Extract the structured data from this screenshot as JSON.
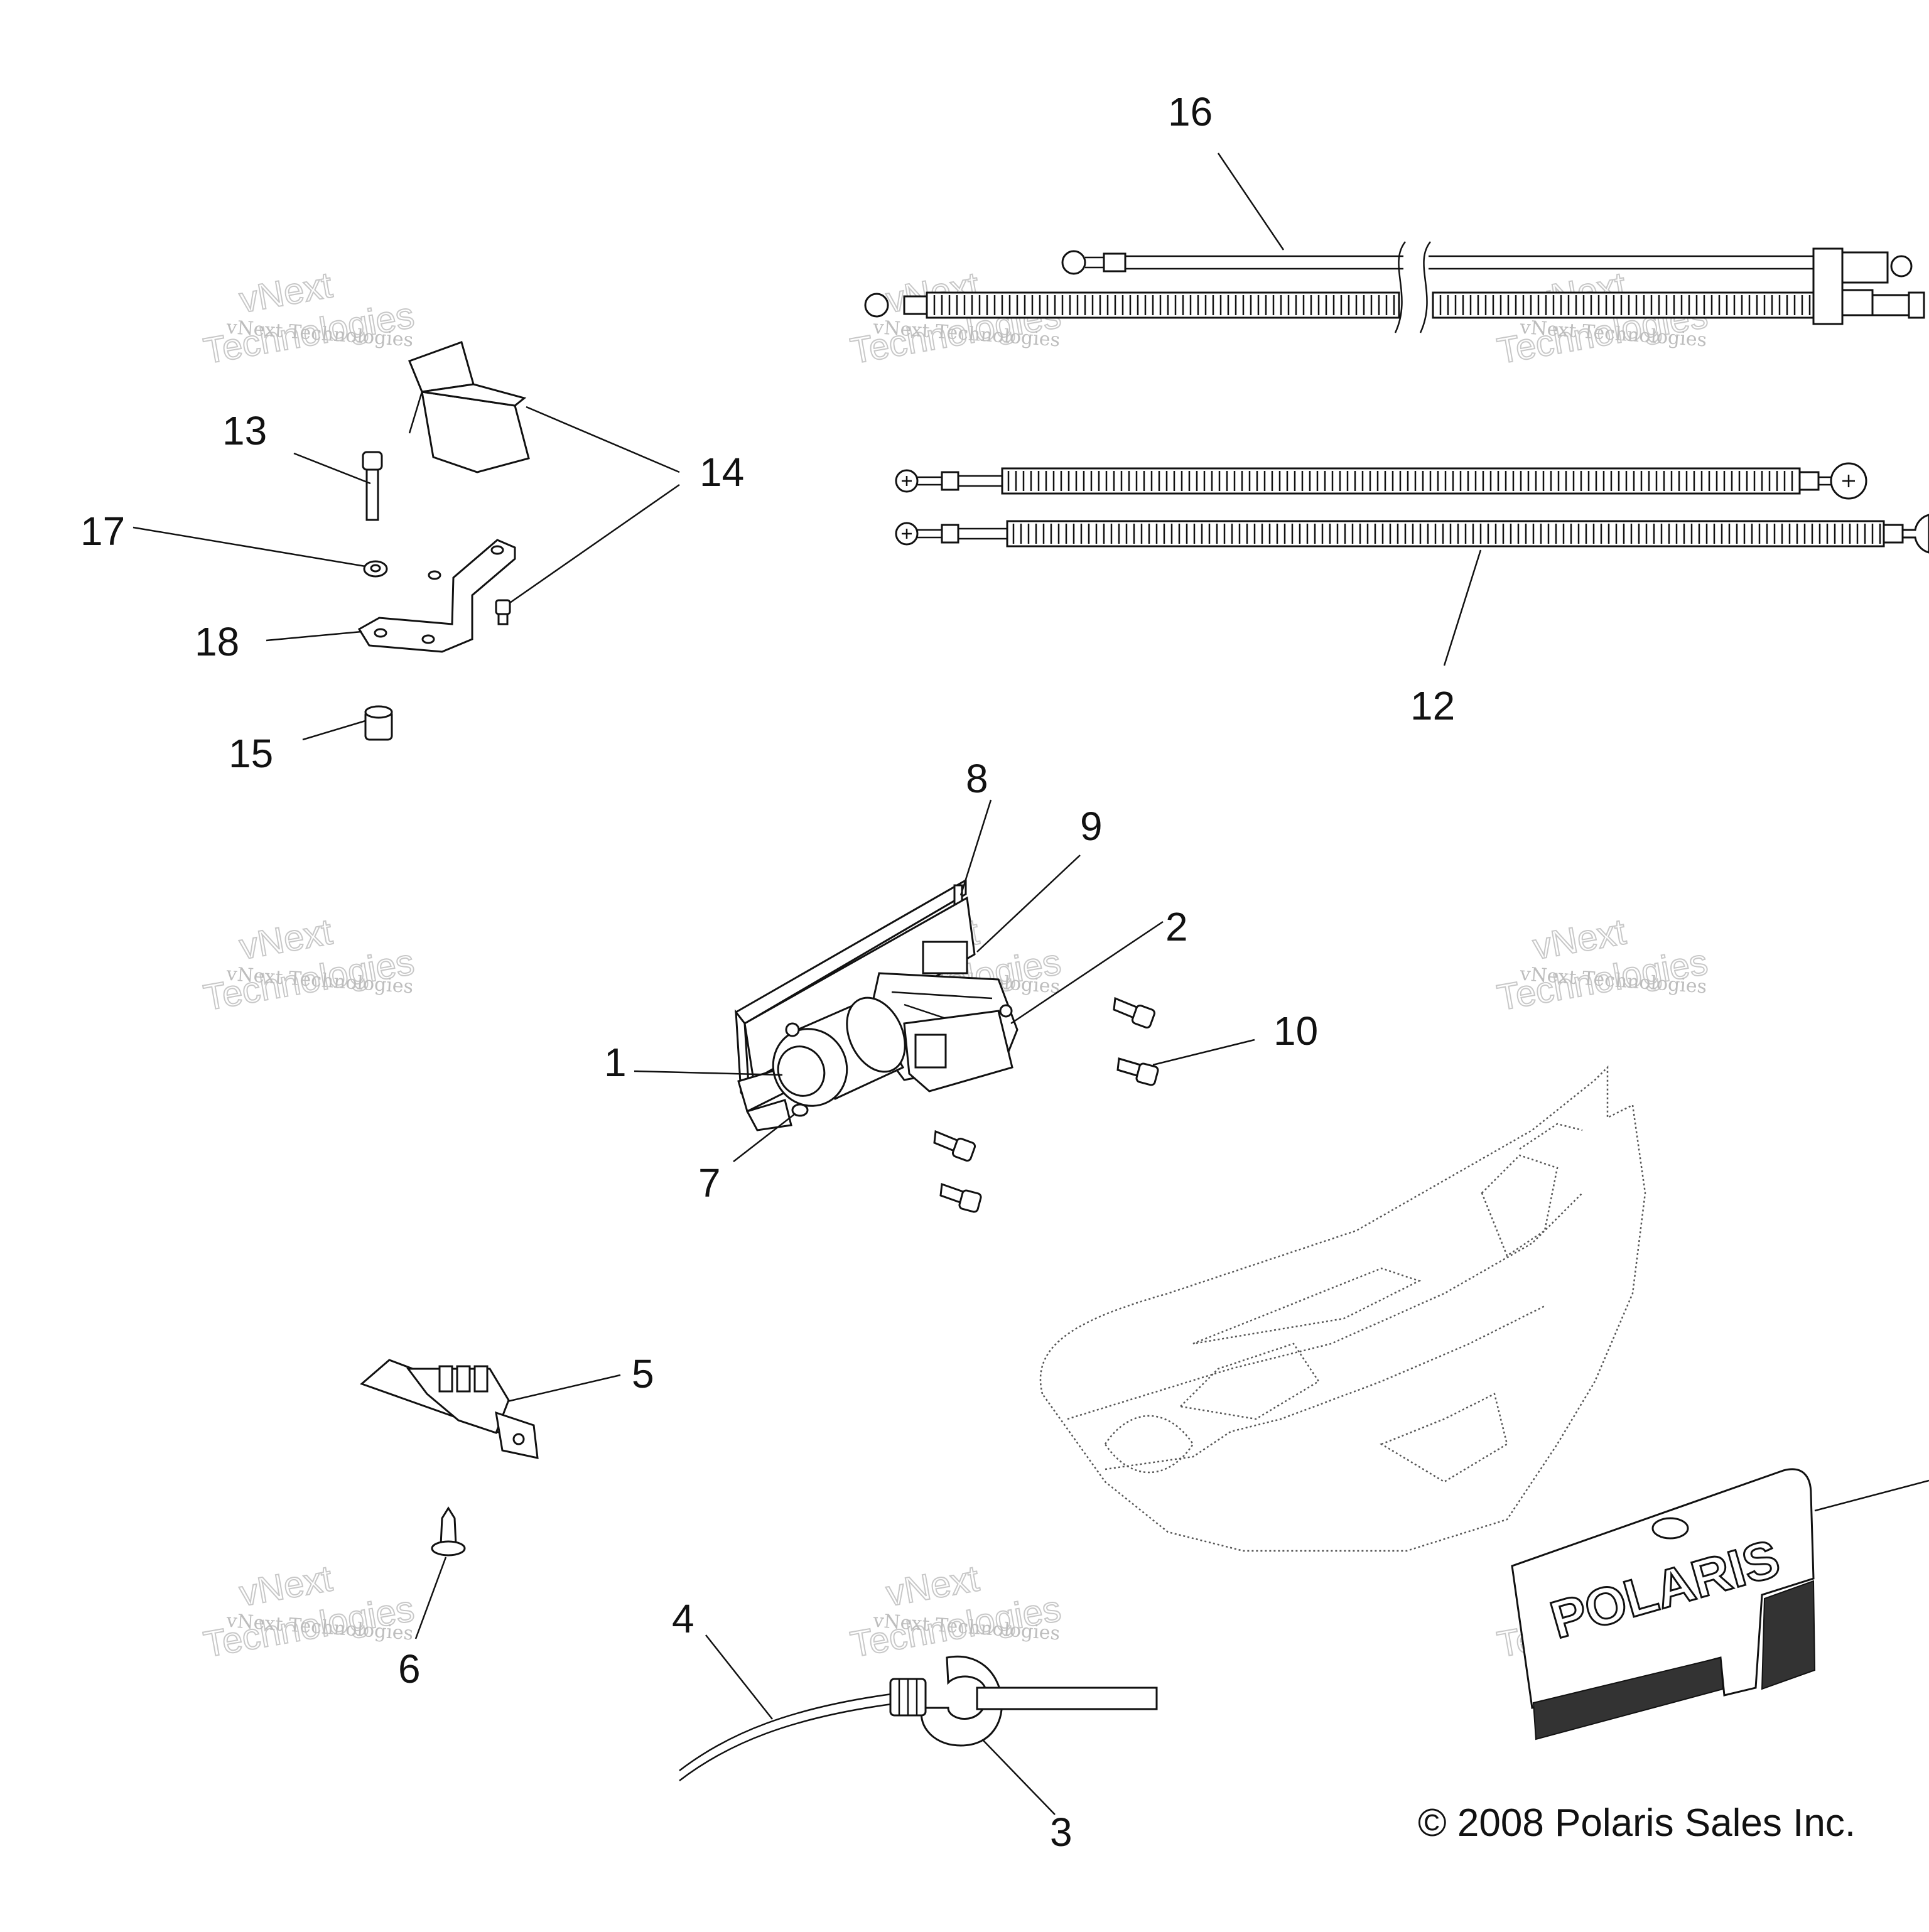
{
  "callouts": {
    "c16": "16",
    "c13": "13",
    "c14": "14",
    "c17": "17",
    "c18": "18",
    "c15": "15",
    "c12": "12",
    "c8": "8",
    "c9": "9",
    "c2": "2",
    "c10": "10",
    "c1": "1",
    "c7": "7",
    "c5": "5",
    "c6": "6",
    "c4": "4",
    "c3": "3"
  },
  "copyright": "© 2008 Polaris Sales Inc.",
  "watermark": {
    "line1": "vNext Technologies",
    "line2": "Technologies",
    "line3": "vNext"
  },
  "decal_text": "POLARIS"
}
